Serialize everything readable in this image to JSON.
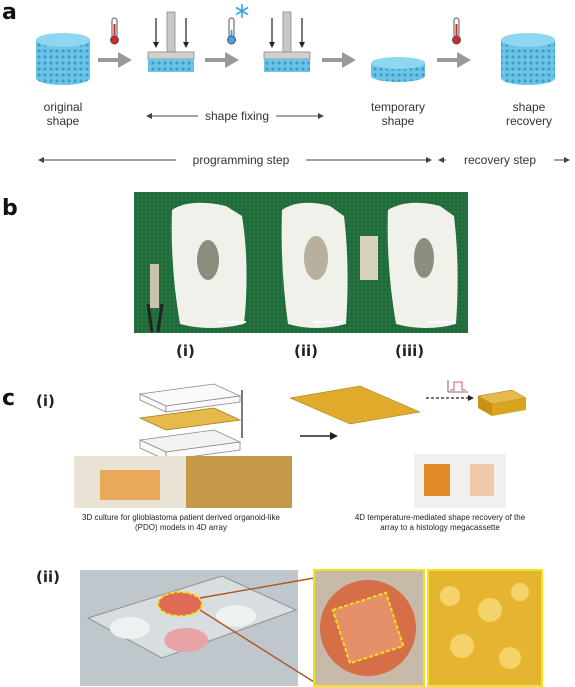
{
  "panels": {
    "a": {
      "letter": "a",
      "original_shape": "original shape",
      "shape_fixing": "shape fixing",
      "temporary_shape": "temporary shape",
      "shape_recovery": "shape recovery",
      "programming_step": "programming step",
      "recovery_step": "recovery step"
    },
    "b": {
      "letter": "b",
      "sublabels": [
        "(i)",
        "(ii)",
        "(iii)"
      ]
    },
    "c": {
      "letter": "c",
      "sub_i": "(i)",
      "sub_ii": "(ii)",
      "caption_left": "3D culture  for glioblastoma patient derived organoid-like (PDO) models in 4D array",
      "caption_right": "4D temperature-mediated shape recovery of the array to a histology megacassette"
    }
  },
  "colors": {
    "sponge_blue": "#6cc4e6",
    "arrow_gray": "#9a9a9a",
    "hot_red": "#d9232d",
    "cold_blue": "#3aa6dd",
    "board_green": "#1f6b3a",
    "gold": "#d9a520",
    "outline_yellow": "#f2e21b"
  }
}
